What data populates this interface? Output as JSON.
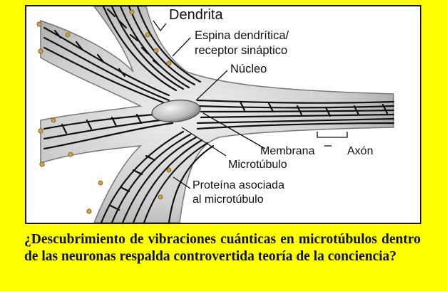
{
  "diagram": {
    "labels": {
      "dendrite": "Dendrita",
      "spine_line1": "Espina dendrítica/",
      "spine_line2": "receptor sináptico",
      "nucleus": "Núcleo",
      "membrane": "Membrana",
      "axon": "Axón",
      "microtubule": "Microtúbulo",
      "map_line1": "Proteína asociada",
      "map_line2": "al microtúbulo"
    },
    "colors": {
      "background": "#ffff00",
      "panel": "#ffffff",
      "cell_body": "#d6d6d6",
      "spine": "#c9a24a",
      "ink": "#111111"
    }
  },
  "caption": {
    "text": "¿Descubrimiento de vibraciones cuánticas en microtúbulos dentro de las neuronas respalda controvertida teoría de la conciencia?"
  }
}
